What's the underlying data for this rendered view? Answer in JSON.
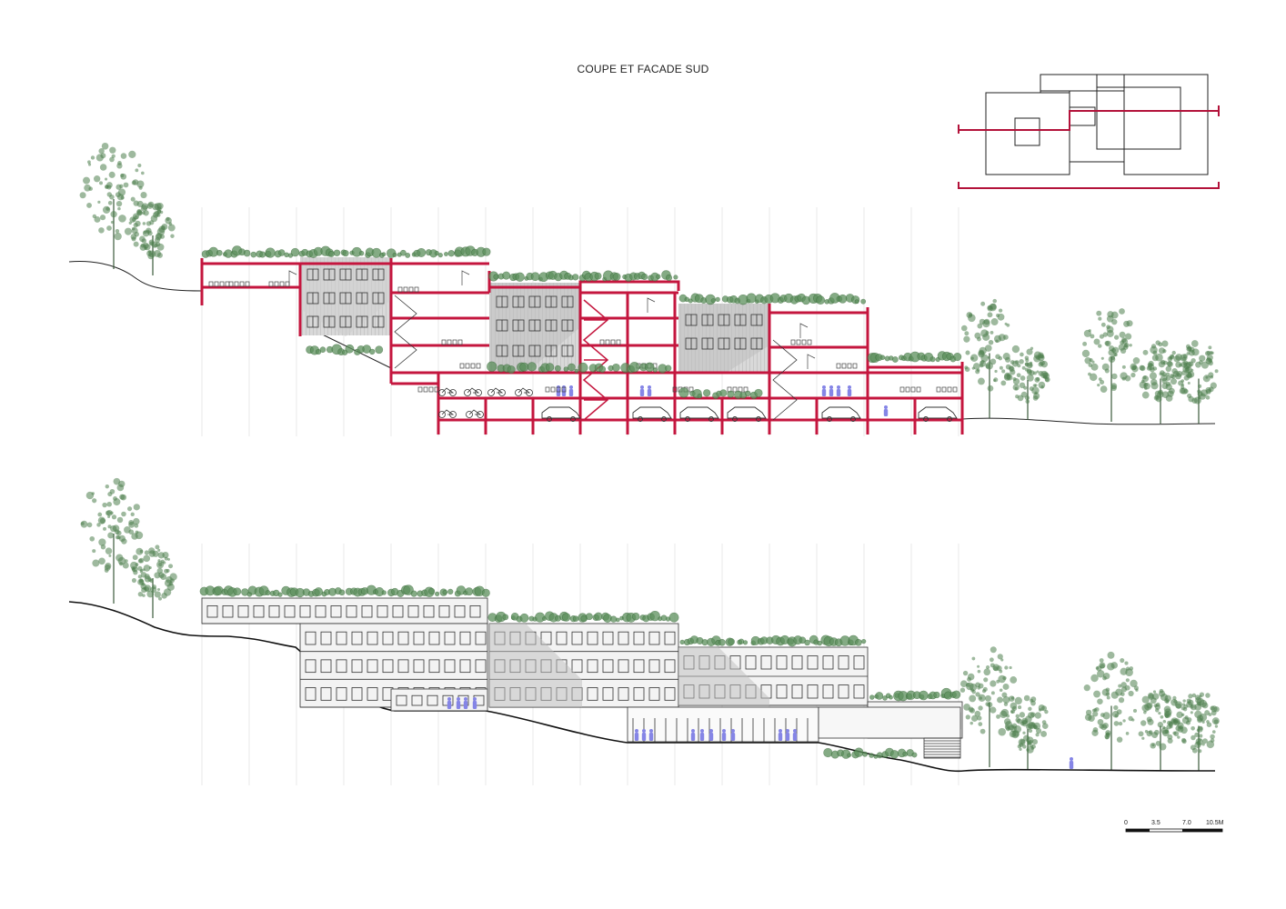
{
  "title": "COUPE ET FACADE SUD",
  "scale_bar": {
    "labels": [
      "0",
      "3.5",
      "7.0",
      "10.5M"
    ]
  },
  "colors": {
    "section_cut": "#c4163e",
    "vegetation": "#4f7f4f",
    "people": "#8585e6",
    "shade": "#c8c8c8",
    "line": "#222222",
    "grid": "#e8e8e8"
  }
}
